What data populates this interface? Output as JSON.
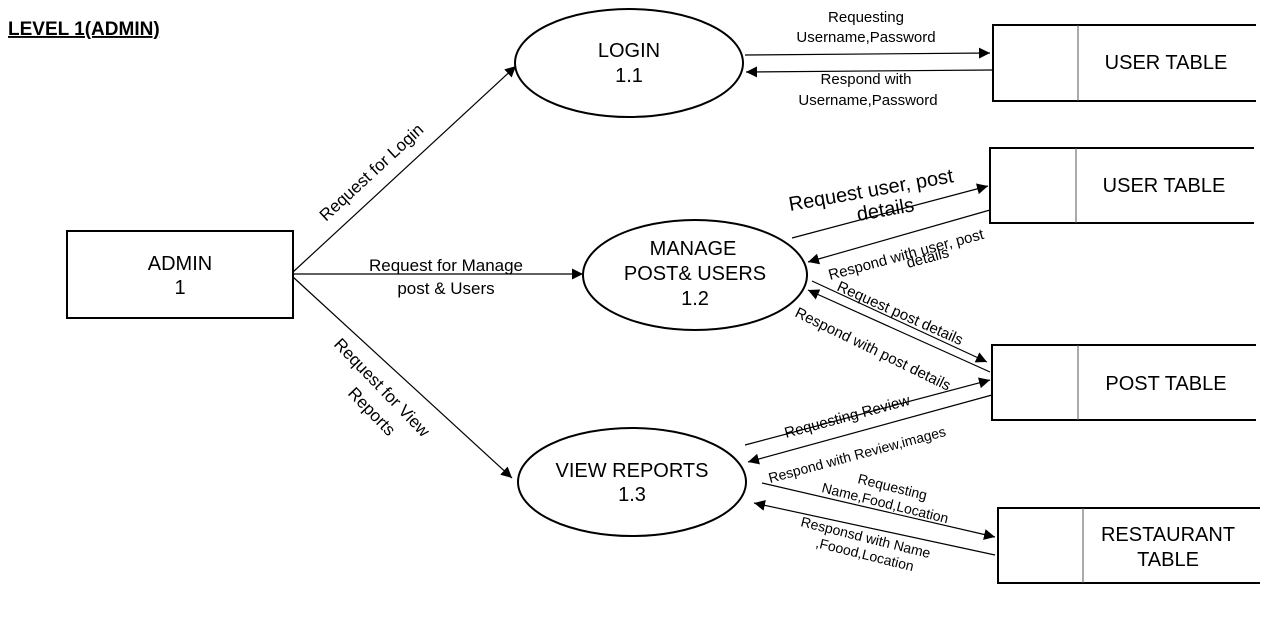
{
  "title": "LEVEL 1(ADMIN)",
  "entity": {
    "name": "ADMIN",
    "number": "1"
  },
  "processes": [
    {
      "name": "LOGIN",
      "number": "1.1"
    },
    {
      "name_line1": "MANAGE",
      "name_line2": "POST& USERS",
      "number": "1.2"
    },
    {
      "name": "VIEW REPORTS",
      "number": "1.3"
    }
  ],
  "stores": [
    {
      "name": "USER TABLE"
    },
    {
      "name": "USER TABLE"
    },
    {
      "name": "POST TABLE"
    },
    {
      "name_line1": "RESTAURANT",
      "name_line2": "TABLE"
    }
  ],
  "flows": {
    "request_login": "Request for Login",
    "request_manage_1": "Request for Manage",
    "request_manage_2": "post & Users",
    "request_reports_1": "Request for View",
    "request_reports_2": "Reports",
    "login_req_1": "Requesting",
    "login_req_2": "Username,Password",
    "login_resp_1": "Respond with",
    "login_resp_2": "Username,Password",
    "user_post_req_1": "Request user, post",
    "user_post_req_2": "details",
    "user_post_resp_1": "Respond with user, post",
    "user_post_resp_2": "details",
    "post_req": "Request post details",
    "post_resp": "Respond with post details",
    "review_req": "Requesting Review",
    "review_resp": "Respond with Review,images",
    "rest_req_1": "Requesting",
    "rest_req_2": "Name,Food,Location",
    "rest_resp_1": "Responsd with Name",
    "rest_resp_2": ",Foood,Location"
  }
}
